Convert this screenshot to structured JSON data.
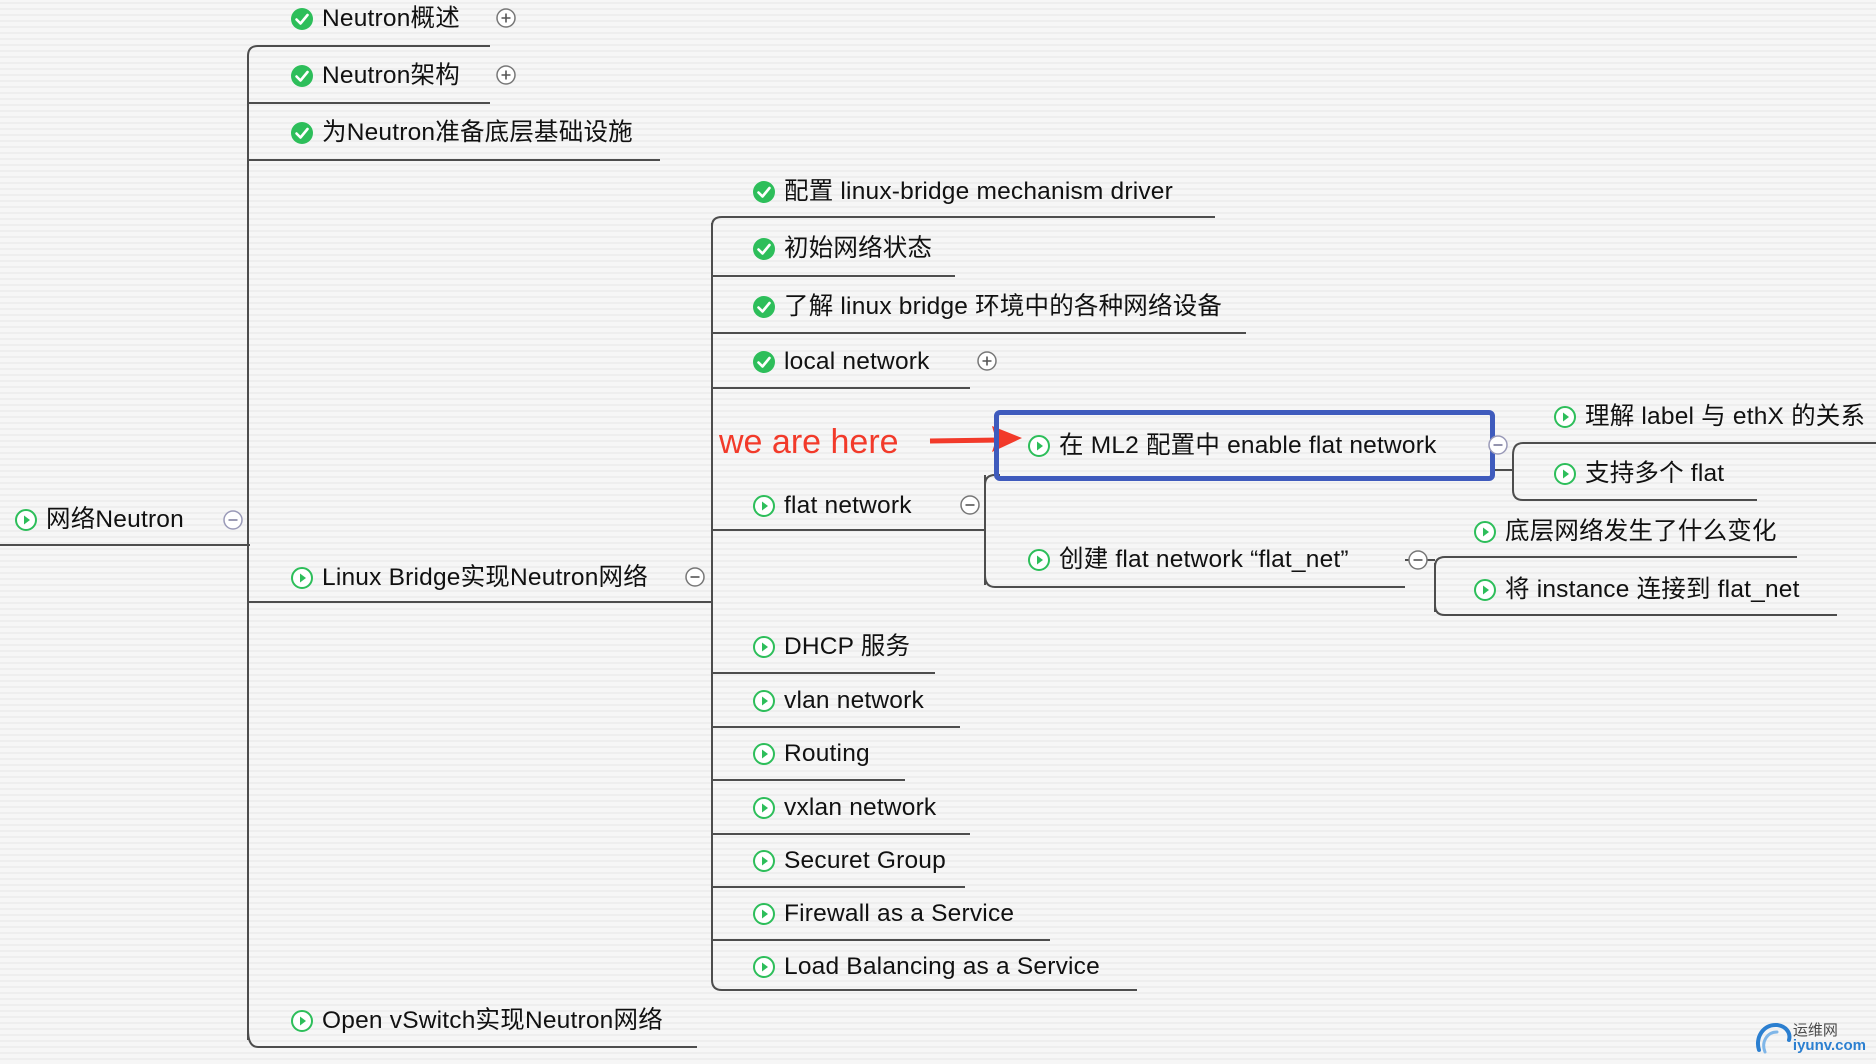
{
  "root": {
    "label": "网络Neutron",
    "icon": "play-circle-icon"
  },
  "branches": {
    "overview": {
      "label": "Neutron概述",
      "icon": "check-circle-icon"
    },
    "architecture": {
      "label": "Neutron架构",
      "icon": "check-circle-icon"
    },
    "infrastructure": {
      "label": "为Neutron准备底层基础设施",
      "icon": "check-circle-icon"
    },
    "linux_bridge": {
      "label": "Linux Bridge实现Neutron网络",
      "icon": "play-circle-icon"
    },
    "ovs": {
      "label": "Open vSwitch实现Neutron网络",
      "icon": "play-circle-icon"
    }
  },
  "lb_children": {
    "mech_driver": {
      "label": "配置 linux-bridge mechanism driver",
      "icon": "check-circle-icon"
    },
    "init_state": {
      "label": "初始网络状态",
      "icon": "check-circle-icon"
    },
    "devices": {
      "label": "了解 linux bridge 环境中的各种网络设备",
      "icon": "check-circle-icon"
    },
    "local_network": {
      "label": "local network",
      "icon": "check-circle-icon"
    },
    "flat_network": {
      "label": "flat network",
      "icon": "play-circle-icon"
    },
    "dhcp": {
      "label": "DHCP 服务",
      "icon": "play-circle-icon"
    },
    "vlan": {
      "label": "vlan network",
      "icon": "play-circle-icon"
    },
    "routing": {
      "label": "Routing",
      "icon": "play-circle-icon"
    },
    "vxlan": {
      "label": "vxlan network",
      "icon": "play-circle-icon"
    },
    "secgroup": {
      "label": "Securet Group",
      "icon": "play-circle-icon"
    },
    "fwaas": {
      "label": "Firewall as a Service",
      "icon": "play-circle-icon"
    },
    "lbaas": {
      "label": "Load Balancing as a Service",
      "icon": "play-circle-icon"
    }
  },
  "flat_children": {
    "ml2": {
      "label": "在 ML2 配置中 enable flat network",
      "icon": "play-circle-icon"
    },
    "create": {
      "label": "创建 flat network “flat_net”",
      "icon": "play-circle-icon"
    }
  },
  "ml2_children": {
    "label_eth": {
      "label": "理解 label 与 ethX 的关系",
      "icon": "play-circle-icon"
    },
    "multi_flat": {
      "label": "支持多个 flat",
      "icon": "play-circle-icon"
    }
  },
  "create_children": {
    "underlay": {
      "label": "底层网络发生了什么变化",
      "icon": "play-circle-icon"
    },
    "connect": {
      "label": "将 instance 连接到 flat_net",
      "icon": "play-circle-icon"
    }
  },
  "callout": {
    "text": "we are here",
    "color": "#f23a2a"
  },
  "highlight_color": "#3f5bbd",
  "logo": {
    "cn": "运维网",
    "en": "iyunv.com"
  }
}
